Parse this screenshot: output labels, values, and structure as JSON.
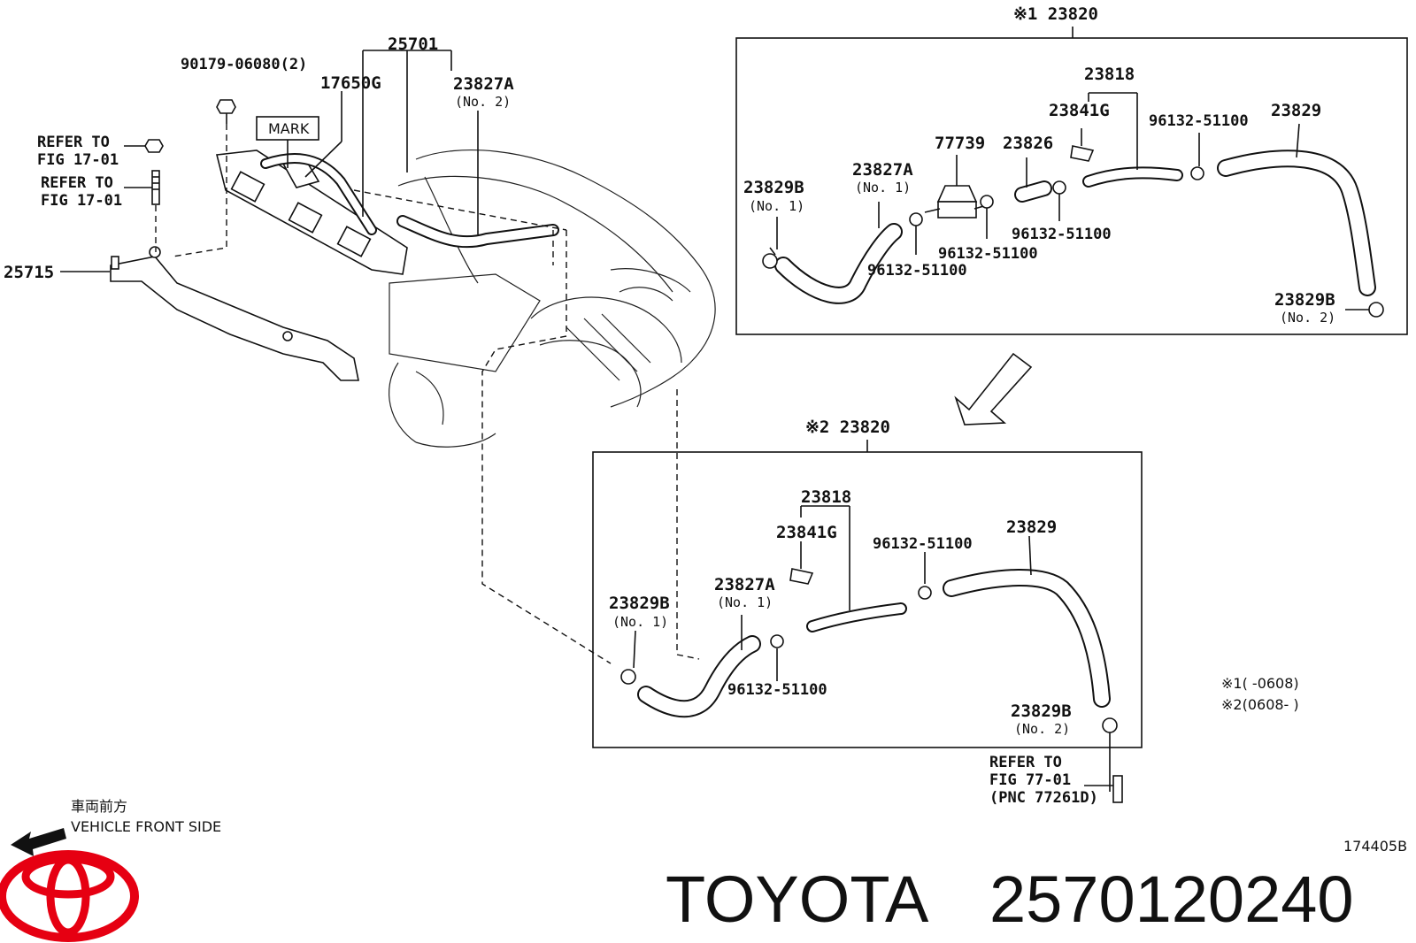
{
  "brand": {
    "name": "TOYOTA",
    "part_number": "2570120240",
    "logo_color": "#e60012"
  },
  "diagram_code": "174405B",
  "direction": {
    "jp": "車両前方",
    "en": "VEHICLE FRONT SIDE"
  },
  "notes": {
    "n1": "※1(      -0608)",
    "n2": "※2(0608-      )"
  },
  "main": {
    "p25701": "25701",
    "p90179": "90179-06080(2)",
    "p17650": "17650G",
    "mark": "MARK",
    "p23827A": "23827A",
    "p23827A_sub": "(No. 2)",
    "ref1_line1": "REFER TO",
    "ref1_line2": "FIG 17-01",
    "ref2_line1": "REFER TO",
    "ref2_line2": "FIG 17-01",
    "p25715": "25715"
  },
  "box1": {
    "header": "※1 23820",
    "p23818": "23818",
    "p23841G": "23841G",
    "p96132_top": "96132-51100",
    "p23829": "23829",
    "p77739": "77739",
    "p23826": "23826",
    "p23827A": "23827A",
    "p23827A_sub": "(No. 1)",
    "p23829B_a": "23829B",
    "p23829B_a_sub": "(No. 1)",
    "p96132_a": "96132-51100",
    "p96132_b": "96132-51100",
    "p96132_c": "96132-51100",
    "p23829B_b": "23829B",
    "p23829B_b_sub": "(No. 2)"
  },
  "box2": {
    "header": "※2 23820",
    "p23818": "23818",
    "p23841G": "23841G",
    "p96132_a": "96132-51100",
    "p23829": "23829",
    "p23827A": "23827A",
    "p23827A_sub": "(No. 1)",
    "p23829B_a": "23829B",
    "p23829B_a_sub": "(No. 1)",
    "p96132_b": "96132-51100",
    "p23829B_b": "23829B",
    "p23829B_b_sub": "(No. 2)"
  },
  "ref3": {
    "line1": "REFER TO",
    "line2": "FIG 77-01",
    "line3": "(PNC 77261D)"
  }
}
